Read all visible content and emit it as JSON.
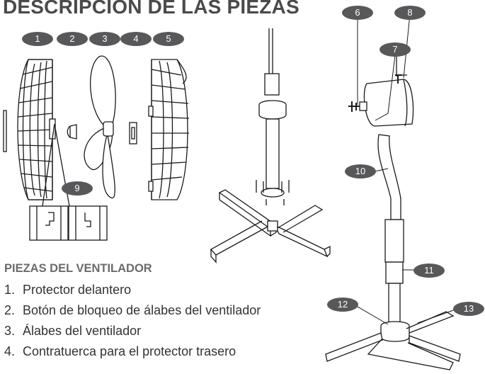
{
  "title": "DESCRIPCIÓN DE LAS PIEZAS",
  "section_heading": "PIEZAS DEL VENTILADOR",
  "parts": [
    {
      "number": "1.",
      "label": "Protector delantero"
    },
    {
      "number": "2.",
      "label": "Botón de bloqueo de álabes del ventilador"
    },
    {
      "number": "3.",
      "label": "Álabes del ventilador"
    },
    {
      "number": "4.",
      "label": "Contratuerca para el protector trasero"
    }
  ],
  "callouts": {
    "c1": "1",
    "c2": "2",
    "c3": "3",
    "c4": "4",
    "c5": "5",
    "c6": "6",
    "c7": "7",
    "c8": "8",
    "c9": "9",
    "c10": "10",
    "c11": "11",
    "c12": "12",
    "c13": "13"
  },
  "colors": {
    "callout_fill": "#58585a",
    "title": "#4a4a4a",
    "line_art": "#1a1a1a"
  }
}
